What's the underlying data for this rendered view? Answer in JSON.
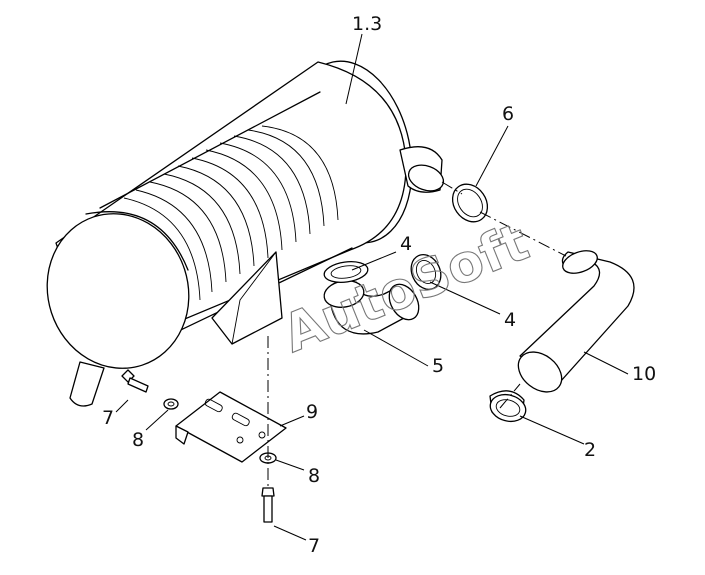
{
  "labels": {
    "p1": "1.3",
    "p6": "6",
    "p4a": "4",
    "p4b": "4",
    "p5": "5",
    "p10": "10",
    "p2": "2",
    "p7a": "7",
    "p8a": "8",
    "p9": "9",
    "p8b": "8",
    "p7b": "7"
  },
  "watermark": "AutoSoft"
}
